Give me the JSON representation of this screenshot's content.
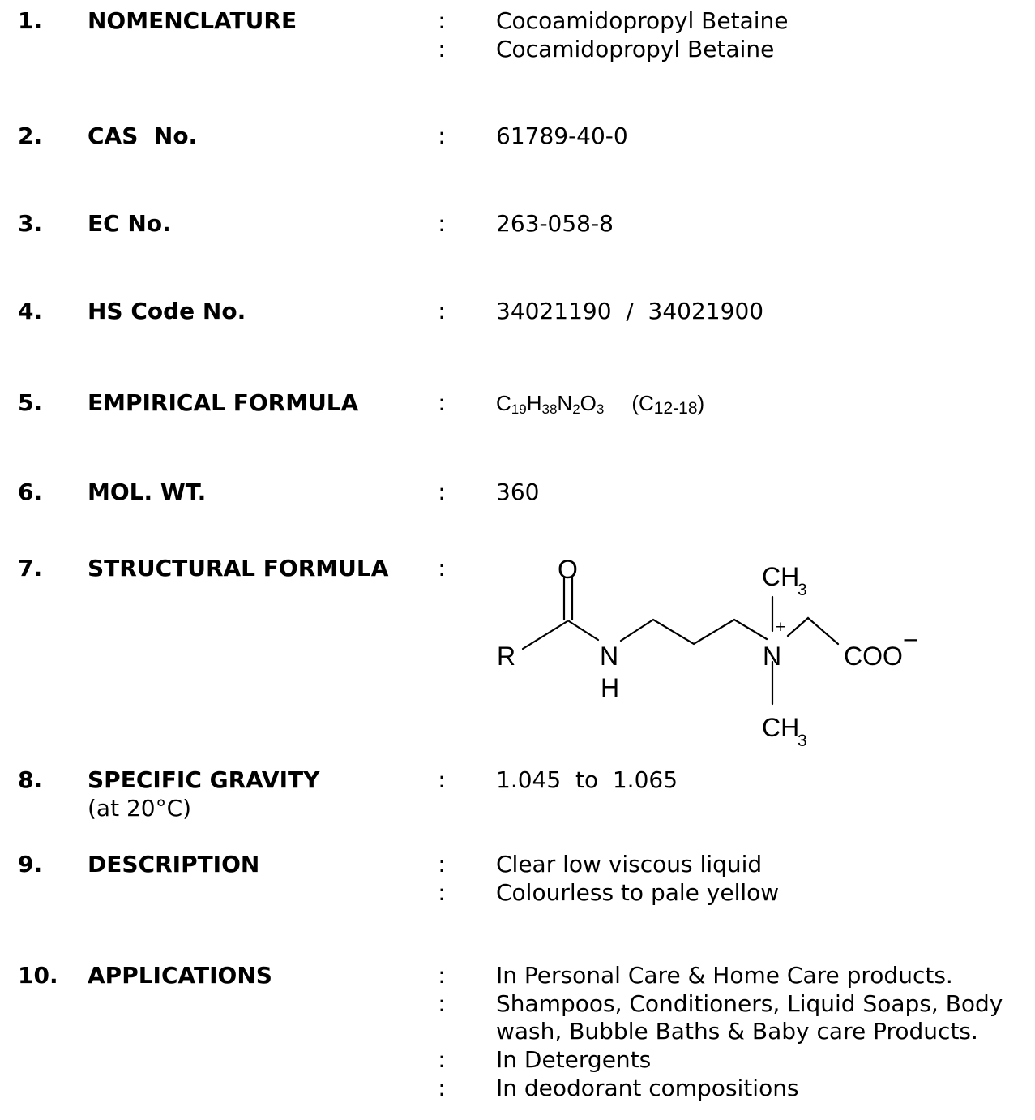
{
  "items": [
    {
      "number": "1.",
      "label": "NOMENCLATURE",
      "values": [
        "Cocoamidopropyl Betaine",
        "Cocamidopropyl Betaine"
      ]
    },
    {
      "number": "2.",
      "label": "CAS  No.",
      "values": [
        "61789-40-0"
      ]
    },
    {
      "number": "3.",
      "label": "EC No.",
      "values": [
        "263-058-8"
      ]
    },
    {
      "number": "4.",
      "label": "HS Code No.",
      "values": [
        "34021190  /  34021900"
      ]
    },
    {
      "number": "5.",
      "label": "EMPIRICAL FORMULA",
      "formula": {
        "main": [
          "C",
          "19",
          "H",
          "38",
          "N",
          "2",
          "O",
          "3"
        ],
        "alt_open": "(C",
        "alt_sub": "12-18",
        "alt_close": ")"
      }
    },
    {
      "number": "6.",
      "label": "MOL. WT.",
      "values": [
        "360"
      ]
    },
    {
      "number": "7.",
      "label": "STRUCTURAL FORMULA",
      "structure": {
        "o": "O",
        "r": "R",
        "n1": "N",
        "h": "H",
        "n2": "N",
        "plus": "+",
        "ch": "CH",
        "three": "3",
        "coo": "COO",
        "minus": "−"
      }
    },
    {
      "number": "8.",
      "label": "SPECIFIC GRAVITY",
      "sublabel": "(at 20°C)",
      "values": [
        "1.045  to  1.065"
      ]
    },
    {
      "number": "9.",
      "label": "DESCRIPTION",
      "values": [
        "Clear low viscous liquid",
        "Colourless to pale yellow"
      ]
    },
    {
      "number": "10.",
      "label": "APPLICATIONS",
      "values": [
        "In Personal Care & Home Care products.",
        "Shampoos, Conditioners, Liquid Soaps, Body",
        "wash, Bubble Baths & Baby care Products.",
        "In Detergents",
        "In deodorant compositions"
      ]
    }
  ],
  "separator": ":"
}
